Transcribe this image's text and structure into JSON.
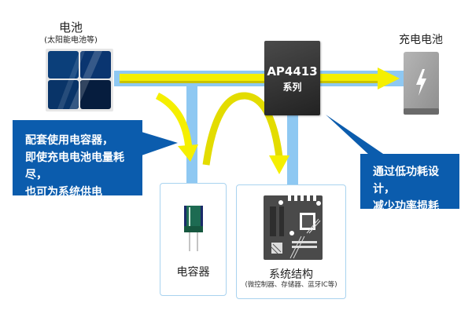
{
  "solar": {
    "title": "电池",
    "subtitle": "(太阳能电池等)",
    "icon": "solar-panel-icon"
  },
  "chip": {
    "name": "AP4413",
    "series": "系列",
    "icon": "ic-chip-icon"
  },
  "rechargeable": {
    "title": "充电电池",
    "icon": "battery-bolt-icon"
  },
  "callouts": {
    "left": {
      "lines": [
        "配套使用电容器，",
        "即使充电电池电量耗尽，",
        "也可为系统供电"
      ]
    },
    "right": {
      "lines": [
        "通过低功耗设计，",
        "减少功率损耗"
      ]
    }
  },
  "cards": {
    "capacitor": {
      "label": "电容器",
      "icon": "capacitor-icon"
    },
    "system": {
      "label": "系统结构",
      "sub": "(微控制器、存储器、蓝牙IC等)",
      "icon": "motherboard-icon"
    }
  },
  "colors": {
    "bus": "#8ec8f2",
    "arrow": "#f5ef00",
    "callout": "#0b5cad",
    "chip": "#333333"
  }
}
